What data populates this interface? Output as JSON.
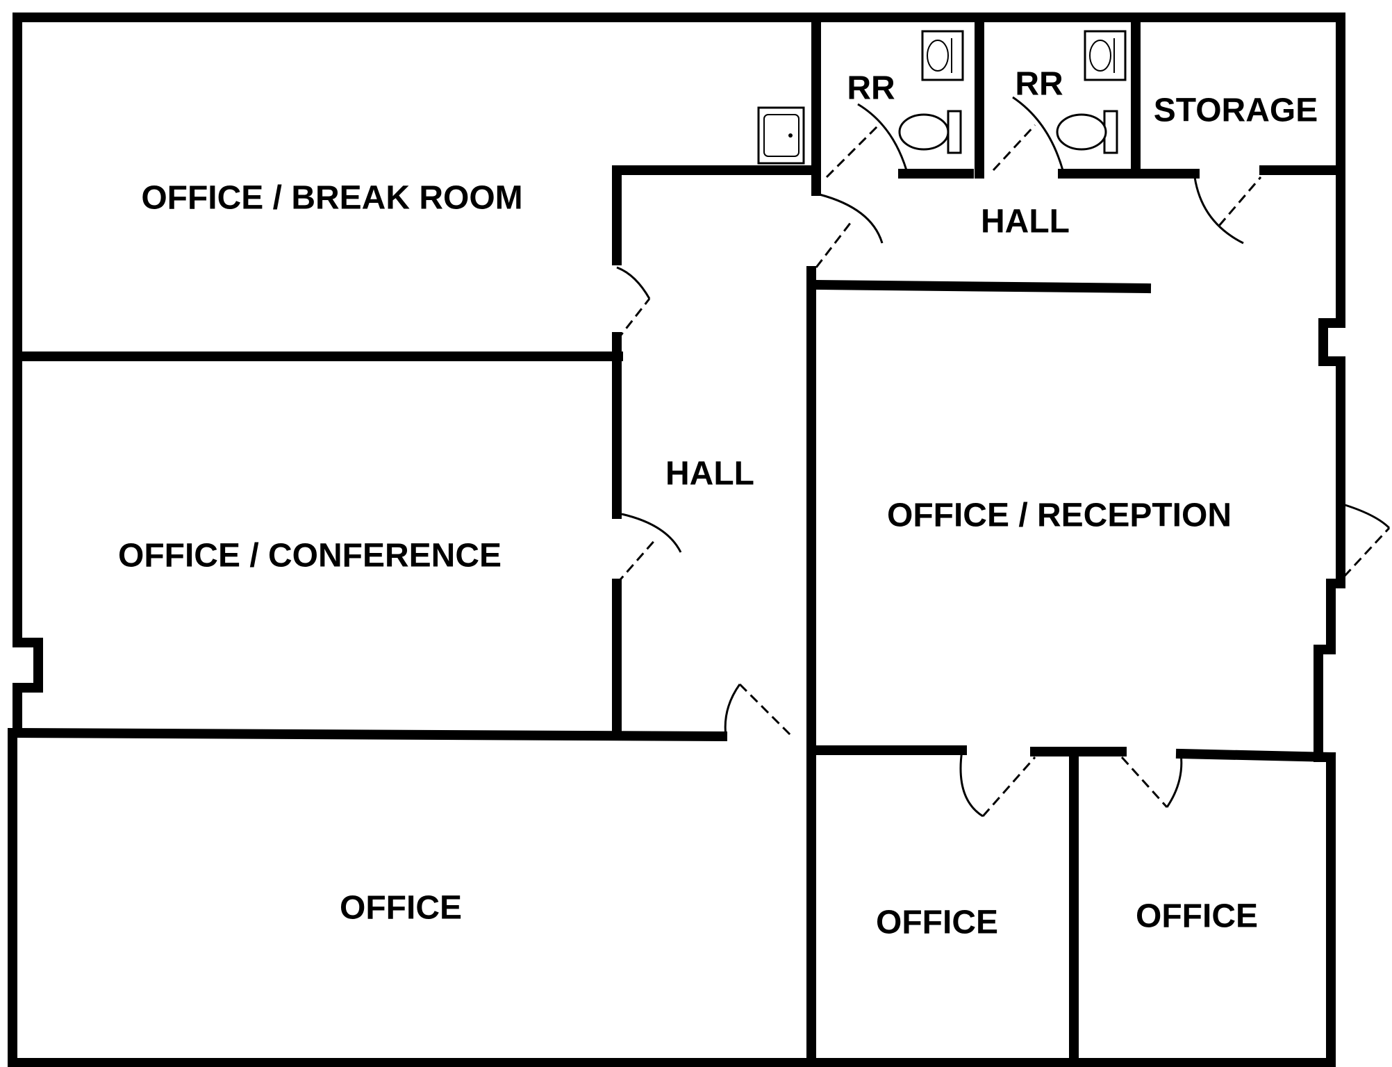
{
  "rooms": {
    "break_room": "OFFICE / BREAK ROOM",
    "conference": "OFFICE / CONFERENCE",
    "office_bottom_left": "OFFICE",
    "hall_vertical": "HALL",
    "hall_top": "HALL",
    "reception": "OFFICE / RECEPTION",
    "restroom_1": "RR",
    "restroom_2": "RR",
    "storage": "STORAGE",
    "office_bottom_middle": "OFFICE",
    "office_bottom_right": "OFFICE"
  },
  "fixtures": [
    "sink-icon",
    "sink-icon",
    "sink-icon",
    "toilet-icon",
    "toilet-icon"
  ]
}
